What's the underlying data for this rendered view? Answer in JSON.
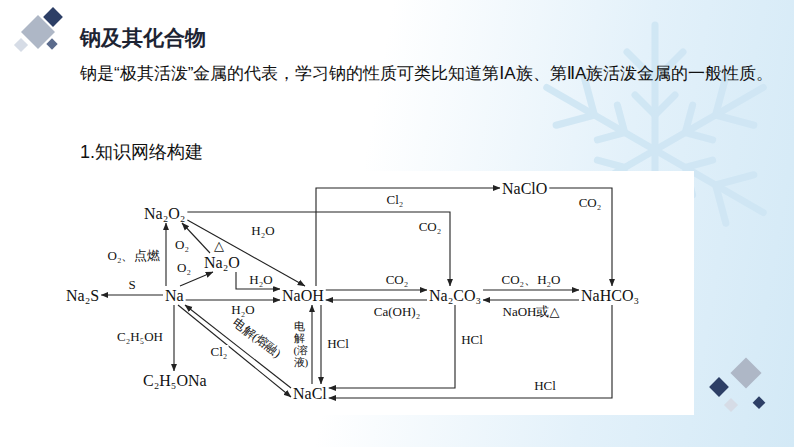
{
  "diagram": {
    "title": "钠及其化合物",
    "nodes": [
      {
        "text": [
          "Na₂O₂"
        ]
      },
      {
        "text": [
          "Na₂O"
        ]
      },
      {
        "text": [
          "Na₂S"
        ]
      },
      {
        "text": [
          "Na"
        ]
      },
      {
        "text": [
          "NaOH"
        ]
      },
      {
        "text": [
          "Na₂CO₃"
        ]
      },
      {
        "text": [
          "NaHCO₃"
        ]
      },
      {
        "text": [
          "NaClO"
        ]
      },
      {
        "text": [
          "C₂H₅ONa"
        ]
      },
      {
        "text": [
          "NaCl"
        ]
      }
    ],
    "edges": [
      {
        "from": 3,
        "to": 0,
        "label": "O₂、点燃",
        "arrow": "to"
      },
      {
        "from": 3,
        "to": 1,
        "label": "O₂",
        "arrow": "to"
      },
      {
        "from": 1,
        "to": 0,
        "label": "O₂",
        "arrow": "to"
      },
      {
        "from": 0,
        "to": 4,
        "label": "H₂O",
        "arrow": "to"
      },
      {
        "from": 1,
        "to": 4,
        "label": "H₂O",
        "arrow": "to"
      },
      {
        "from": 3,
        "to": 4,
        "label": "H₂O",
        "arrow": "to"
      },
      {
        "from": 3,
        "to": 2,
        "label": "S",
        "arrow": "to"
      },
      {
        "from": 3,
        "to": 8,
        "label": "C₂H₅OH",
        "arrow": "to"
      },
      {
        "from": 3,
        "to": 9,
        "label": "Cl₂",
        "arrow": "to"
      },
      {
        "from": 9,
        "to": 3,
        "label": "电解(熔融)",
        "arrow": "to"
      },
      {
        "from": 9,
        "to": 4,
        "label": "电解(溶液)",
        "arrow": "to"
      },
      {
        "from": 4,
        "to": 9,
        "label": "HCl",
        "arrow": "to"
      },
      {
        "from": 4,
        "to": 5,
        "label": "CO₂",
        "arrow": "to"
      },
      {
        "from": 5,
        "to": 4,
        "label": "Ca(OH)₂",
        "arrow": "to"
      },
      {
        "from": 4,
        "to": 7,
        "label": "Cl₂",
        "arrow": "to"
      },
      {
        "from": 0,
        "to": 5,
        "label": "CO₂",
        "arrow": "to"
      },
      {
        "from": 7,
        "to": 6,
        "label": "CO₂",
        "arrow": "to"
      },
      {
        "from": 5,
        "to": 6,
        "label": "CO₂、H₂O",
        "arrow": "to"
      },
      {
        "from": 6,
        "to": 5,
        "label": "NaOH或△",
        "arrow": "to"
      },
      {
        "from": 5,
        "to": 9,
        "label": "HCl",
        "arrow": "to"
      },
      {
        "from": 6,
        "to": 9,
        "label": "HCl",
        "arrow": "to"
      }
    ],
    "labels": [
      "钠是“极其活泼”金属的代表，学习钠的性质可类比知道第ⅠA族、第ⅡA族活泼金属的一般性质。",
      "1.知识网络构建",
      "△"
    ]
  }
}
